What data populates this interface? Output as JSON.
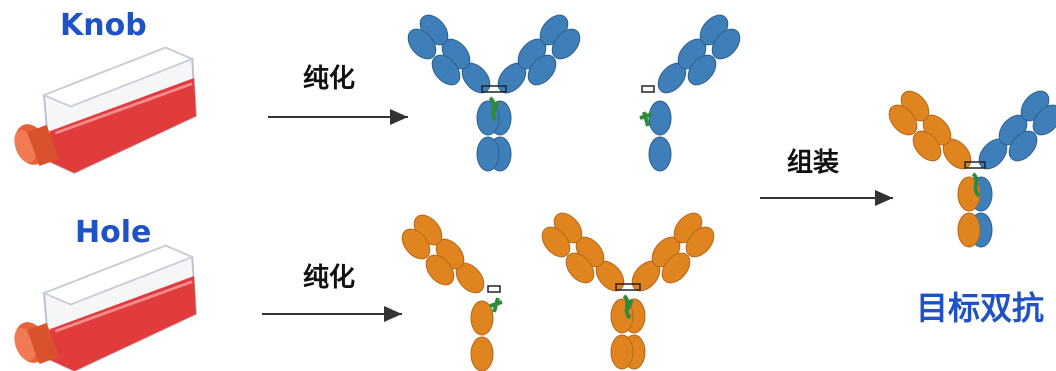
{
  "labels": {
    "knob": "Knob",
    "hole": "Hole",
    "purify_top": "纯化",
    "purify_bottom": "纯化",
    "assemble": "组装",
    "result": "目标双抗"
  },
  "colors": {
    "blue_domain": "#3f7fb9",
    "orange_domain": "#e0841f",
    "hinge_green": "#2e8b3c",
    "flask_liquid": "#e23b3b",
    "flask_cap": "#e8613a",
    "label_blue": "#1f52c4",
    "arrow": "#333333"
  },
  "icons": {
    "flask": "cell-culture-flask-icon",
    "antibody": "antibody-icon",
    "arrow": "right-arrow-icon"
  }
}
